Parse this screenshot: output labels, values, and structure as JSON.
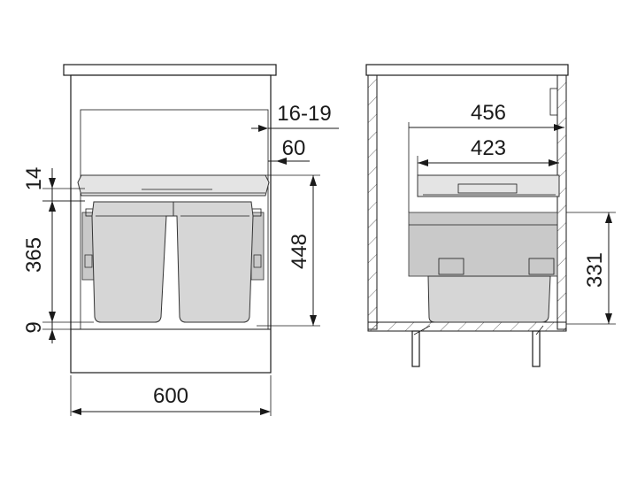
{
  "dimensions": {
    "width_cabinet": "600",
    "frame_overlap": "16-19",
    "top_offset": "60",
    "lid_thickness": "14",
    "bin_height": "365",
    "total_height": "448",
    "bottom_gap": "9",
    "depth_outer": "456",
    "depth_inner": "423",
    "side_height": "331"
  },
  "colors": {
    "line": "#1a1a1a",
    "bin_fill": "#d6d6d6",
    "lid_fill": "#e4e4e4"
  }
}
